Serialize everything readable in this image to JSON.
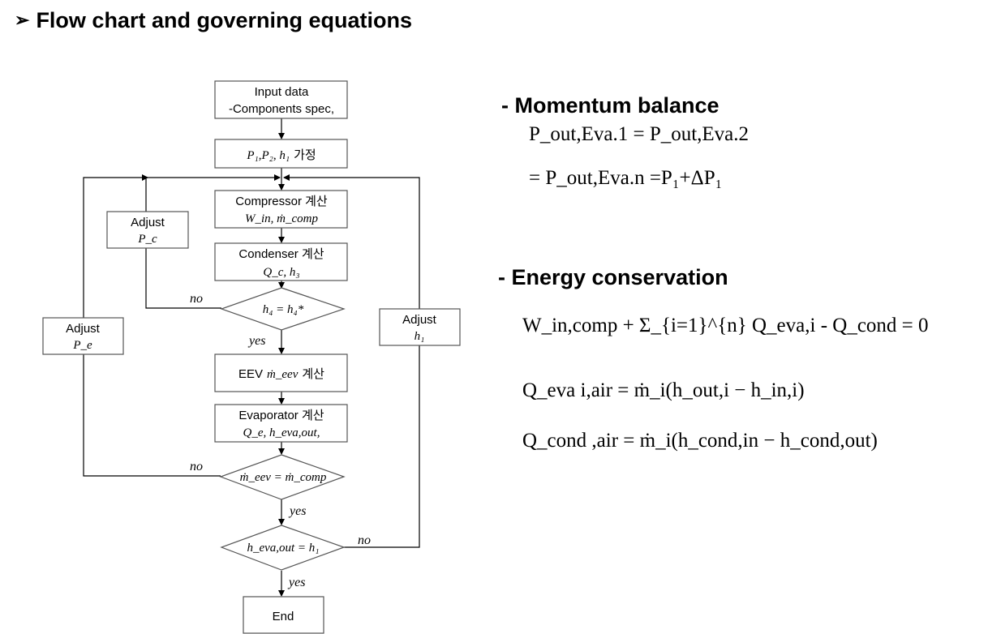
{
  "heading": {
    "bullet": "➢",
    "text": "Flow chart and governing equations"
  },
  "flow": {
    "input": {
      "line1": "Input data",
      "line2": "-Components spec,"
    },
    "assume": {
      "vars": "P₁,P₂, h₁",
      "korean": "가정"
    },
    "compressor": {
      "line1": "Compressor 계산",
      "line2": "W_in, ṁ_comp"
    },
    "condenser": {
      "line1": "Condenser 계산",
      "line2": "Q_c, h₃"
    },
    "check_h4": "h₄ = h₄*",
    "eev": {
      "prefix": "EEV",
      "var": "ṁ_eev",
      "korean": "계산"
    },
    "evaporator": {
      "line1": "Evaporator 계산",
      "line2": "Q_e, h_eva,out,"
    },
    "check_m": "ṁ_eev = ṁ_comp",
    "check_h": "h_eva,out = h₁",
    "end": "End",
    "adjust_pc": {
      "line1": "Adjust",
      "line2": "P_c"
    },
    "adjust_pe": {
      "line1": "Adjust",
      "line2": "P_e"
    },
    "adjust_h1": {
      "line1": "Adjust",
      "line2": "h₁"
    },
    "labels": {
      "no": "no",
      "yes": "yes"
    }
  },
  "momentum": {
    "title": "- Momentum balance",
    "eq1": "P_out,Eva.1 = P_out,Eva.2",
    "eq2": "= P_out,Eva.n =P₁+ΔP₁"
  },
  "energy": {
    "title": "- Energy conservation",
    "eq1": "W_in,comp + Σ_{i=1}^{n} Q_eva,i - Q_cond = 0",
    "eq2": "Q_eva i,air = ṁ_i(h_out,i − h_in,i)",
    "eq3": "Q_cond ,air = ṁ_i(h_cond,in − h_cond,out)"
  }
}
